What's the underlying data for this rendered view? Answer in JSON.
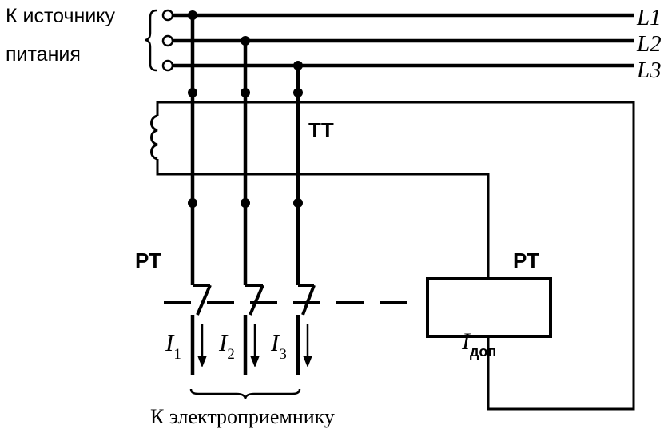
{
  "labels": {
    "source_line1": "К источнику",
    "source_line2": "питания",
    "phase_lines": [
      "L1",
      "L2",
      "L3"
    ],
    "current_transformer": "ТТ",
    "relay_left": "РТ",
    "relay_box": "РТ",
    "currents": [
      {
        "symbol": "I",
        "sub": "1"
      },
      {
        "symbol": "I",
        "sub": "2"
      },
      {
        "symbol": "I",
        "sub": "3"
      }
    ],
    "additional_current": {
      "symbol": "I",
      "sub": "доп"
    },
    "load": "К электроприемнику"
  },
  "colors": {
    "stroke": "#000000",
    "background": "#ffffff"
  }
}
